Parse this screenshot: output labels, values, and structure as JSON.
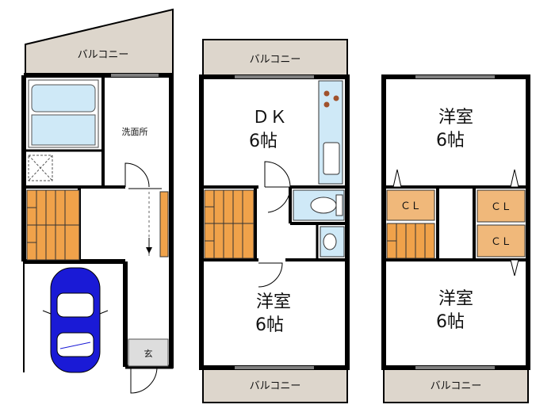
{
  "floor1": {
    "balcony": "バルコニー",
    "washroom": "洗面所",
    "entrance": "玄"
  },
  "floor2": {
    "balcony_top": "バルコニー",
    "balcony_bottom": "バルコニー",
    "dk_line1": "ＤＫ",
    "dk_line2": "6帖",
    "room_line1": "洋室",
    "room_line2": "6帖"
  },
  "floor3": {
    "balcony": "バルコニー",
    "room_top_line1": "洋室",
    "room_top_line2": "6帖",
    "room_bottom_line1": "洋室",
    "room_bottom_line2": "6帖",
    "closet_left": "ＣＬ",
    "closet_right_top": "ＣＬ",
    "closet_right_bottom": "ＣＬ"
  },
  "colors": {
    "wall": "#000000",
    "balcony": "#ddd6cc",
    "stairs": "#f0a24a",
    "closet": "#f0b87a",
    "fixture": "#cfe9f7",
    "car": "#1a1ad6"
  }
}
